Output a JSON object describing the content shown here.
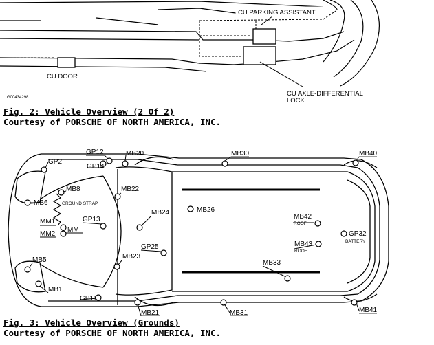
{
  "figure2": {
    "image_id": "G00434298",
    "labels": {
      "parking": "CU PARKING ASSISTANT",
      "door": "CU DOOR",
      "axle_line1": "CU AXLE-DIFFERENTIAL",
      "axle_line2": "LOCK"
    },
    "caption_title": "Fig. 2: Vehicle Overview (2 Of 2)",
    "caption_credit": "Courtesy of PORSCHE OF NORTH AMERICA, INC."
  },
  "figure3": {
    "ground_points": {
      "gp12": "GP12",
      "gp2": "GP2",
      "gp14": "GP14",
      "mb20": "MB20",
      "mb30": "MB30",
      "mb40": "MB40",
      "mb8": "MB8",
      "mb22": "MB22",
      "mb6": "MB6",
      "ground_strap": "GROUND STRAP",
      "mb26": "MB26",
      "mb24": "MB24",
      "mm1": "MM1",
      "mm": "MM",
      "gp13": "GP13",
      "mm2": "MM2",
      "mb42": "MB42",
      "roof1": "ROOF",
      "gp32": "GP32",
      "battery": "BATTERY",
      "gp25": "GP25",
      "mb43": "MB43",
      "roof2": "ROOF",
      "mb5": "MB5",
      "mb23": "MB23",
      "mb33": "MB33",
      "mb1": "MB1",
      "gp11": "GP11",
      "mb21": "MB21",
      "mb31": "MB31",
      "mb41": "MB41"
    },
    "caption_title": "Fig. 3: Vehicle Overview (Grounds)",
    "caption_credit": "Courtesy of PORSCHE OF NORTH AMERICA, INC."
  }
}
